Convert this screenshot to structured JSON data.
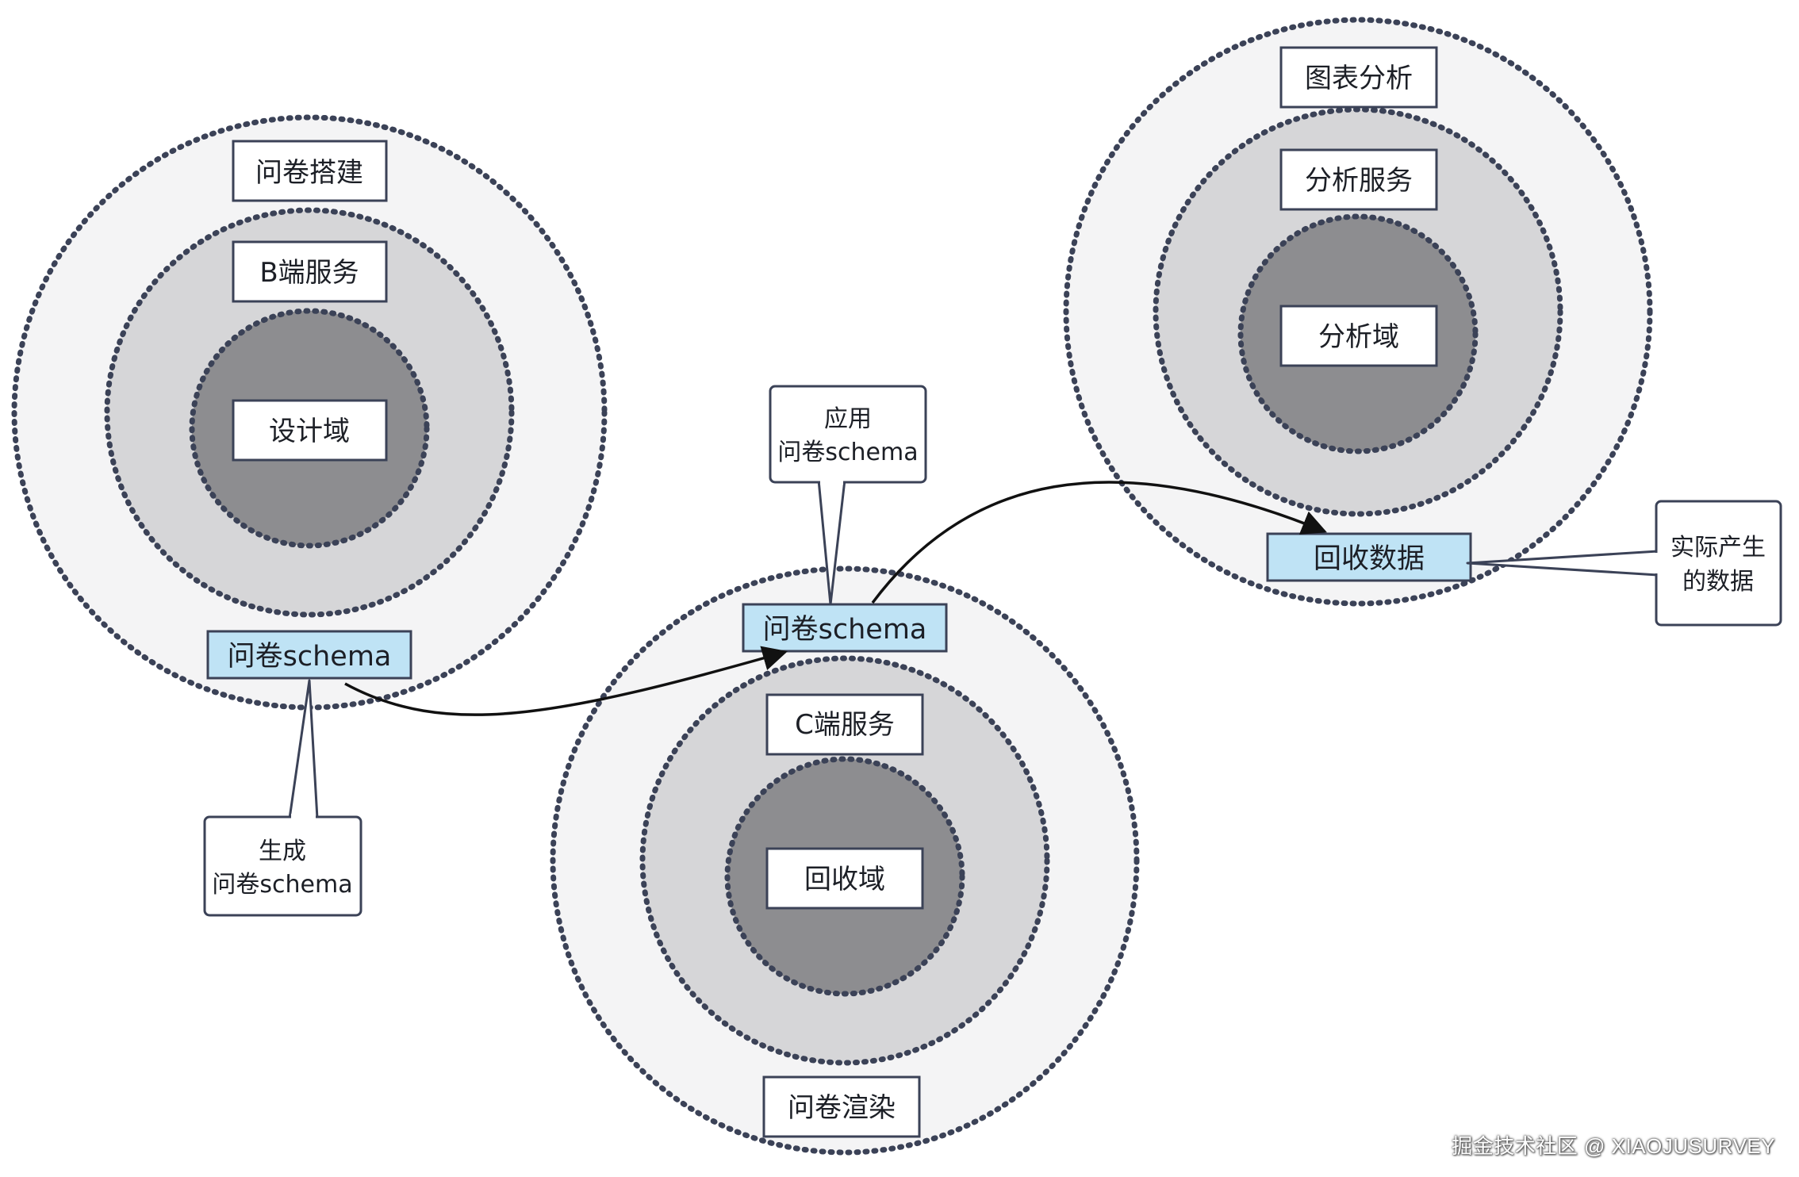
{
  "domains": {
    "design": {
      "outer_label": "问卷搭建",
      "middle_label": "B端服务",
      "inner_label": "设计域",
      "artifact": "问卷schema"
    },
    "collect": {
      "outer_label": "问卷渲染",
      "middle_label": "C端服务",
      "inner_label": "回收域",
      "artifact": "问卷schema"
    },
    "analysis": {
      "outer_label": "图表分析",
      "middle_label": "分析服务",
      "inner_label": "分析域",
      "artifact": "回收数据"
    }
  },
  "callouts": {
    "generate": [
      "生成",
      "问卷schema"
    ],
    "apply": [
      "应用",
      "问卷schema"
    ],
    "actual": [
      "实际产生",
      "的数据"
    ]
  },
  "watermark": "掘金技术社区 @ XIAOJUSURVEY",
  "colors": {
    "outer_fill": "#f4f4f5",
    "middle_fill": "#d6d6d8",
    "inner_fill": "#8d8d90",
    "ring_stroke": "#3b4257",
    "artifact_fill": "#bfe3f5",
    "box_stroke": "#3b4257"
  }
}
